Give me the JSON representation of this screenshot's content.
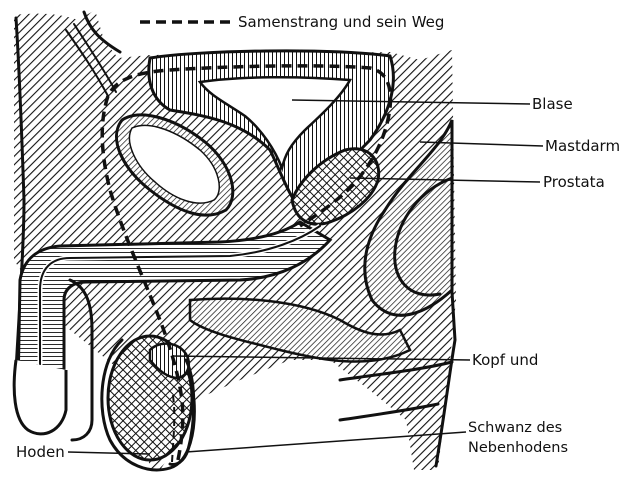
{
  "figure": {
    "legend": {
      "text": "Samenstrang und sein Weg"
    },
    "labels": {
      "blase": "Blase",
      "mastdarm": "Mastdarm",
      "prostata": "Prostata",
      "kopf": "Kopf und",
      "schwanz_line1": "Schwanz des",
      "schwanz_line2": "Nebenhodens",
      "hoden": "Hoden"
    },
    "colors": {
      "ink": "#111111",
      "paper": "#ffffff"
    }
  }
}
